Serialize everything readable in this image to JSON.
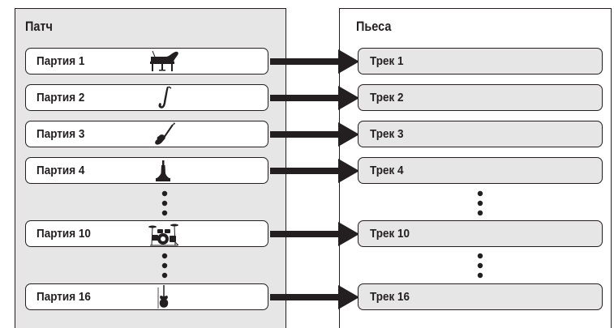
{
  "patch": {
    "title": "Патч",
    "parts": [
      {
        "label": "Партия 1",
        "icon": "grand-piano-icon"
      },
      {
        "label": "Партия 2",
        "icon": "saxophone-icon"
      },
      {
        "label": "Партия 3",
        "icon": "electric-guitar-icon"
      },
      {
        "label": "Партия 4",
        "icon": "bell-icon"
      },
      {
        "label": "Партия 10",
        "icon": "drum-kit-icon"
      },
      {
        "label": "Партия 16",
        "icon": "violin-icon"
      }
    ]
  },
  "song": {
    "title": "Пьеса",
    "tracks": [
      {
        "label": "Трек 1"
      },
      {
        "label": "Трек 2"
      },
      {
        "label": "Трек 3"
      },
      {
        "label": "Трек 4"
      },
      {
        "label": "Трек 10"
      },
      {
        "label": "Трек 16"
      }
    ]
  },
  "colors": {
    "patch_background": "#e6e6e6",
    "track_background": "#e6e6e6",
    "outline": "#231f20",
    "arrow": "#231f20"
  }
}
